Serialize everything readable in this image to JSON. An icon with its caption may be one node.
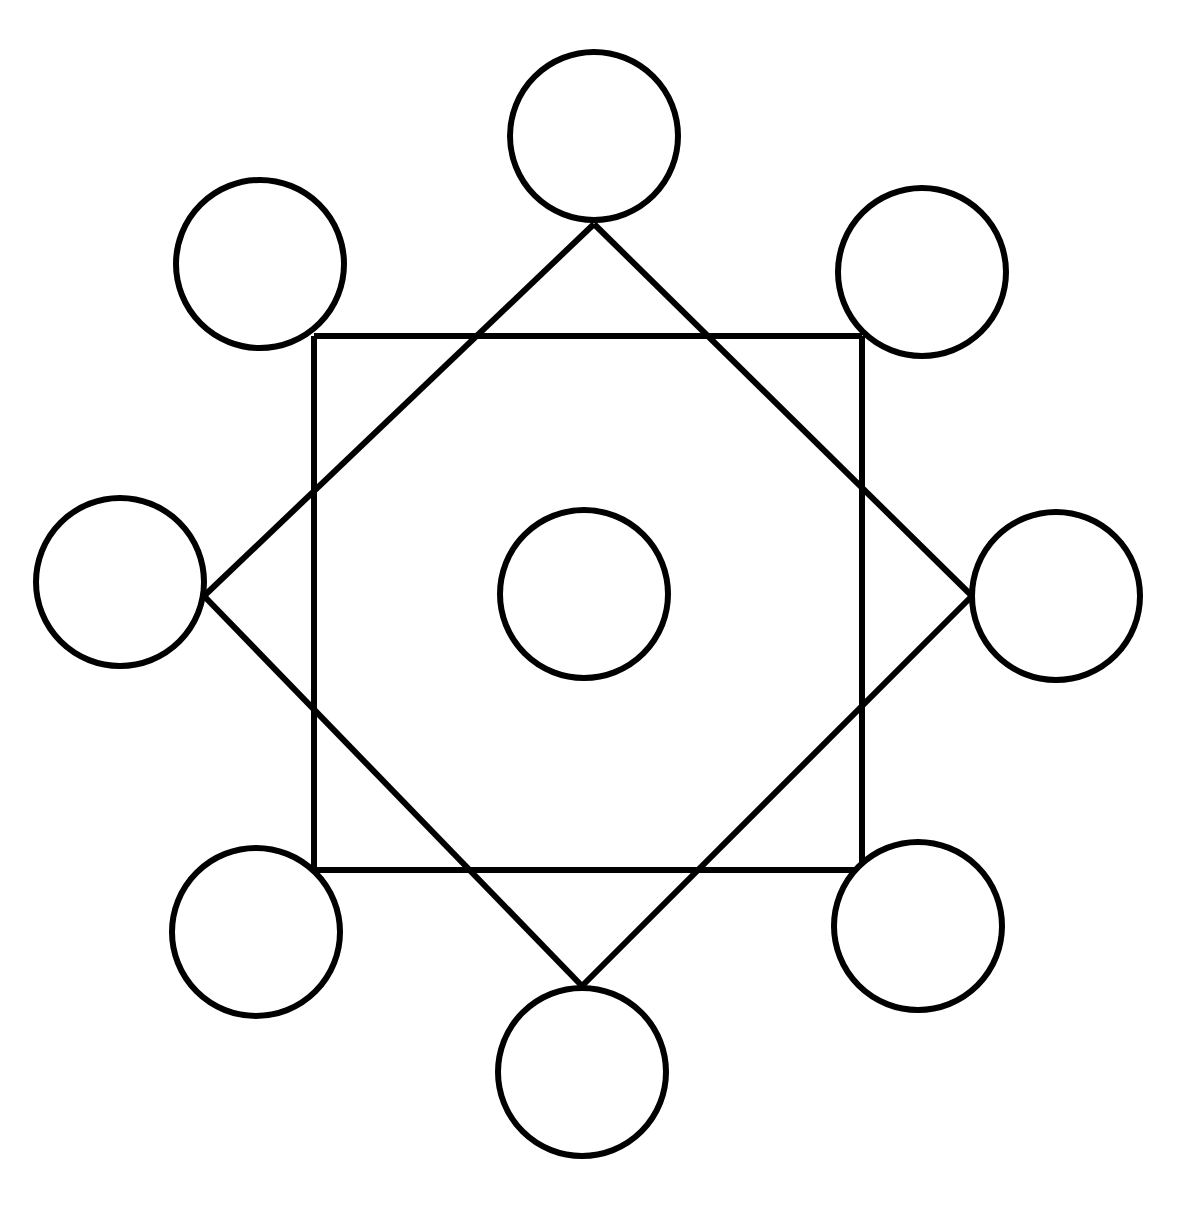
{
  "diagram": {
    "nodes": [
      {
        "text": [],
        "shape": "circle"
      },
      {
        "text": [],
        "shape": "circle"
      },
      {
        "text": [],
        "shape": "circle"
      },
      {
        "text": [],
        "shape": "circle"
      },
      {
        "text": [],
        "shape": "circle"
      },
      {
        "text": [],
        "shape": "circle"
      },
      {
        "text": [],
        "shape": "circle"
      },
      {
        "text": [],
        "shape": "circle"
      },
      {
        "text": [],
        "shape": "circle"
      }
    ],
    "edges": [
      {
        "from": 1,
        "to": 2,
        "arrow": "none"
      },
      {
        "from": 2,
        "to": 7,
        "arrow": "none"
      },
      {
        "from": 7,
        "to": 6,
        "arrow": "none"
      },
      {
        "from": 6,
        "to": 1,
        "arrow": "none"
      },
      {
        "from": 0,
        "to": 5,
        "arrow": "none"
      },
      {
        "from": 5,
        "to": 8,
        "arrow": "none"
      },
      {
        "from": 8,
        "to": 3,
        "arrow": "none"
      },
      {
        "from": 3,
        "to": 0,
        "arrow": "none"
      }
    ]
  }
}
